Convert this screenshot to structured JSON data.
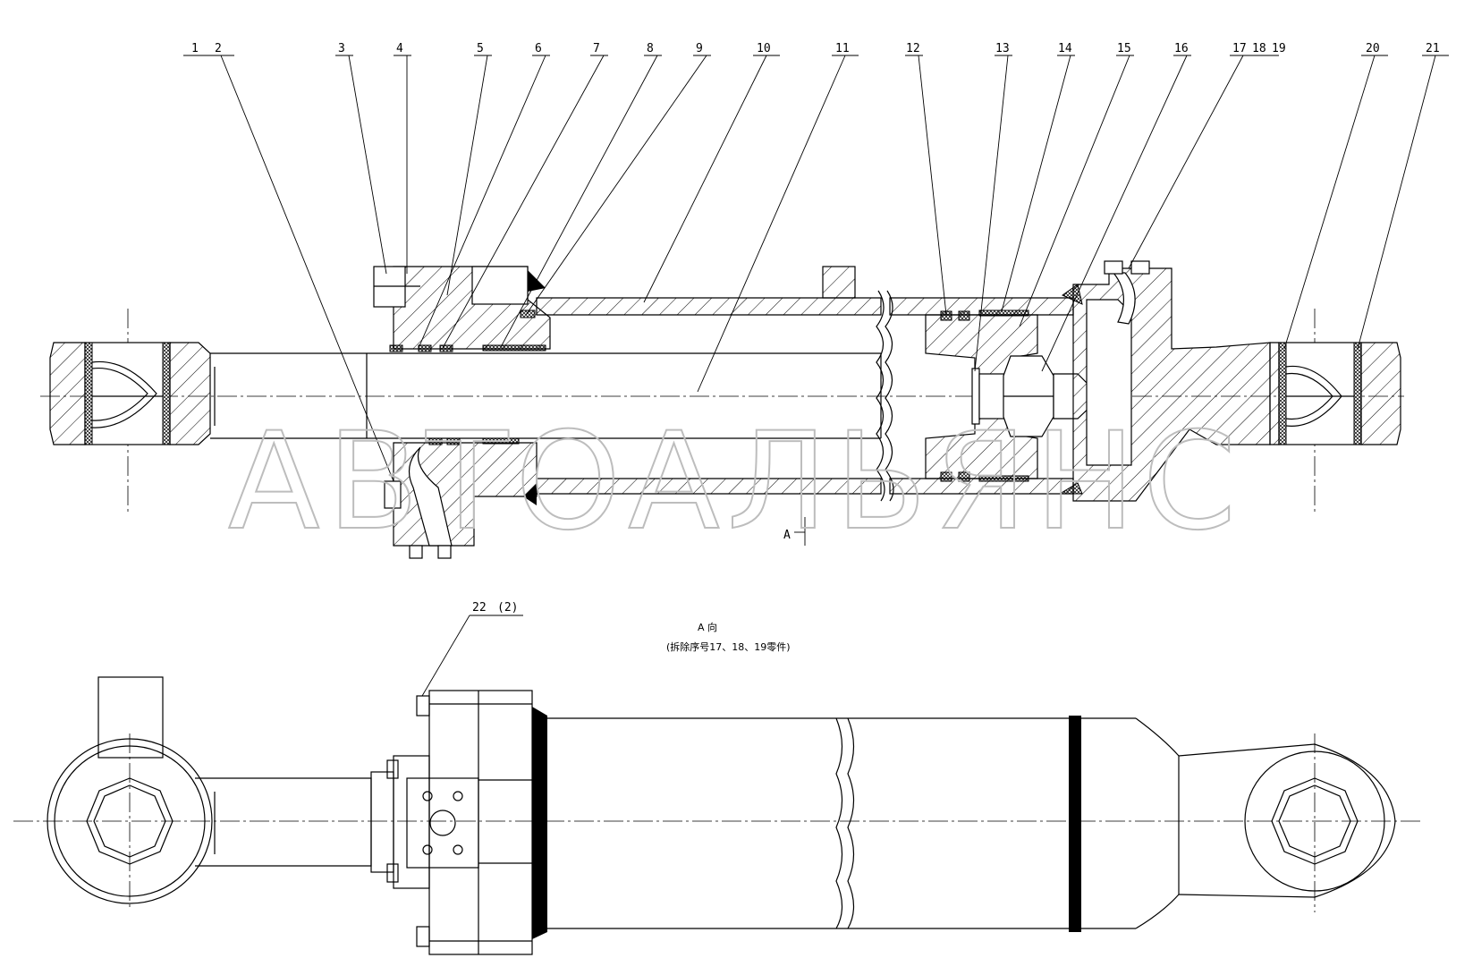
{
  "watermark": "АВТОАЛЬЯНС",
  "view_label": "A",
  "view_title": "A  向",
  "view_note": "(拆除序号17、18、19零件)",
  "callouts": [
    {
      "id": "c1",
      "text": "1"
    },
    {
      "id": "c2",
      "text": "2"
    },
    {
      "id": "c3",
      "text": "3"
    },
    {
      "id": "c4",
      "text": "4"
    },
    {
      "id": "c5",
      "text": "5"
    },
    {
      "id": "c6",
      "text": "6"
    },
    {
      "id": "c7",
      "text": "7"
    },
    {
      "id": "c8",
      "text": "8"
    },
    {
      "id": "c9",
      "text": "9"
    },
    {
      "id": "c10",
      "text": "10"
    },
    {
      "id": "c11",
      "text": "11"
    },
    {
      "id": "c12",
      "text": "12"
    },
    {
      "id": "c13",
      "text": "13"
    },
    {
      "id": "c14",
      "text": "14"
    },
    {
      "id": "c15",
      "text": "15"
    },
    {
      "id": "c16",
      "text": "16"
    },
    {
      "id": "c17",
      "text": "17"
    },
    {
      "id": "c18",
      "text": "18"
    },
    {
      "id": "c19",
      "text": "19"
    },
    {
      "id": "c20",
      "text": "20"
    },
    {
      "id": "c21",
      "text": "21"
    },
    {
      "id": "c22",
      "text": "22"
    },
    {
      "id": "c22q",
      "text": "(2)"
    }
  ]
}
